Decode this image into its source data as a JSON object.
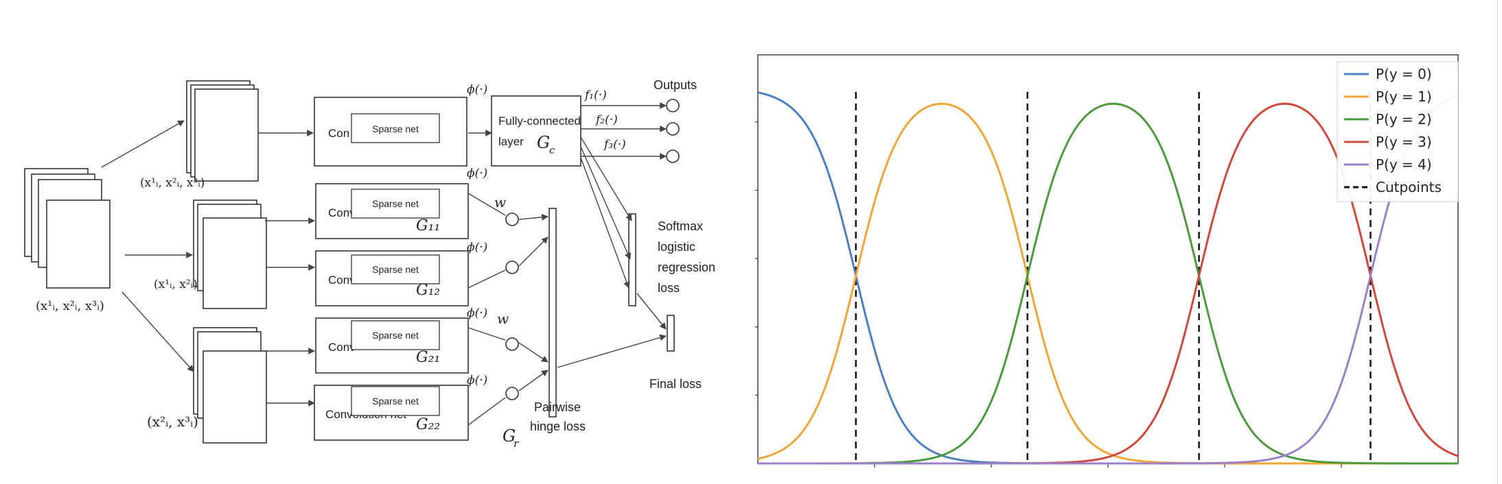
{
  "diagram": {
    "inputs": {
      "triple": "(x¹ᵢ, x²ᵢ, x³ᵢ)",
      "top": "(x¹ᵢ, x²ᵢ, x³ᵢ)",
      "middle": "(x¹ᵢ, x²ᵢ)",
      "bottom": "(x²ᵢ, x³ᵢ)"
    },
    "nets": {
      "sparse_label": "Sparse net",
      "conv_visible": [
        "Con",
        "Conv",
        "Conv",
        "Conv",
        "Convolution net"
      ],
      "subscripts": [
        "G₁₁",
        "G₁₂",
        "G₂₁",
        "G₂₂"
      ]
    },
    "fc": {
      "line1": "Fully-connected",
      "line2": "layer",
      "symbol": "G",
      "symbol_sub": "c"
    },
    "phi": "ϕ(·)",
    "w": "w",
    "functions": [
      "f₁(·)",
      "f₂(·)",
      "f₃(·)"
    ],
    "outputs_label": "Outputs",
    "softmax_label": [
      "Softmax",
      "logistic",
      "regression",
      "loss"
    ],
    "final_loss": "Final loss",
    "pairwise": [
      "Pairwise",
      "hinge loss"
    ],
    "gr": {
      "symbol": "G",
      "sub": "r"
    }
  },
  "chart_data": {
    "type": "line",
    "x": {
      "range": [
        0,
        1
      ]
    },
    "ylim": [
      0,
      1
    ],
    "ticks_labeled": false,
    "legend_position": "top-right",
    "colors": [
      "#4c7fbf",
      "#f0a537",
      "#4a9a3d",
      "#d0473c",
      "#9b7fc7"
    ],
    "cutpoints": [
      0.14,
      0.385,
      0.63,
      0.875
    ],
    "series": [
      {
        "name": "P(y = 0)",
        "color": "#4c7fbf"
      },
      {
        "name": "P(y = 1)",
        "color": "#f0a537"
      },
      {
        "name": "P(y = 2)",
        "color": "#4a9a3d"
      },
      {
        "name": "P(y = 3)",
        "color": "#d0473c"
      },
      {
        "name": "P(y = 4)",
        "color": "#9b7fc7"
      }
    ],
    "cutpoints_label": "Cutpoints"
  }
}
